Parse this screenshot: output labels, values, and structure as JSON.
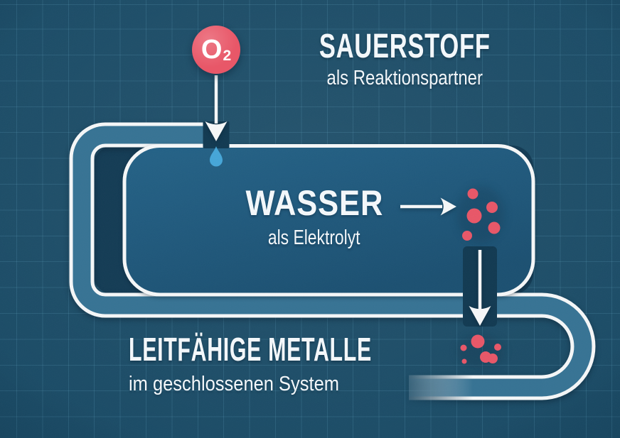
{
  "palette": {
    "background": "#1a4b66",
    "grid_line": "rgba(130,205,230,0.14)",
    "line_white": "#f5f7f8",
    "pipe_fill": "#2a6a8d",
    "container_fill": "#256488",
    "shadow_navy": "#143c55",
    "slot_shadow": "#123a52",
    "accent_red": "#e85768",
    "drop_blue": "#46a6d8",
    "text_white": "#f3f7fa"
  },
  "badge": {
    "symbol": "O",
    "subscript": "2"
  },
  "sections": {
    "oxygen": {
      "title": "SAUERSTOFF",
      "subtitle": "als Reaktionspartner"
    },
    "water": {
      "title": "WASSER",
      "subtitle": "als Elektrolyt"
    },
    "metals": {
      "title": "LEITFÄHIGE METALLE",
      "subtitle": "im geschlossenen System"
    }
  },
  "icons": {
    "badge": "o2-molecule-badge",
    "drop": "water-drop-icon",
    "arrows": [
      "arrow-down-into-tank",
      "arrow-right-to-particles",
      "arrow-down-to-metals"
    ],
    "particle_clusters": [
      "particle-cluster-electrolyte",
      "particle-cluster-metals"
    ]
  }
}
